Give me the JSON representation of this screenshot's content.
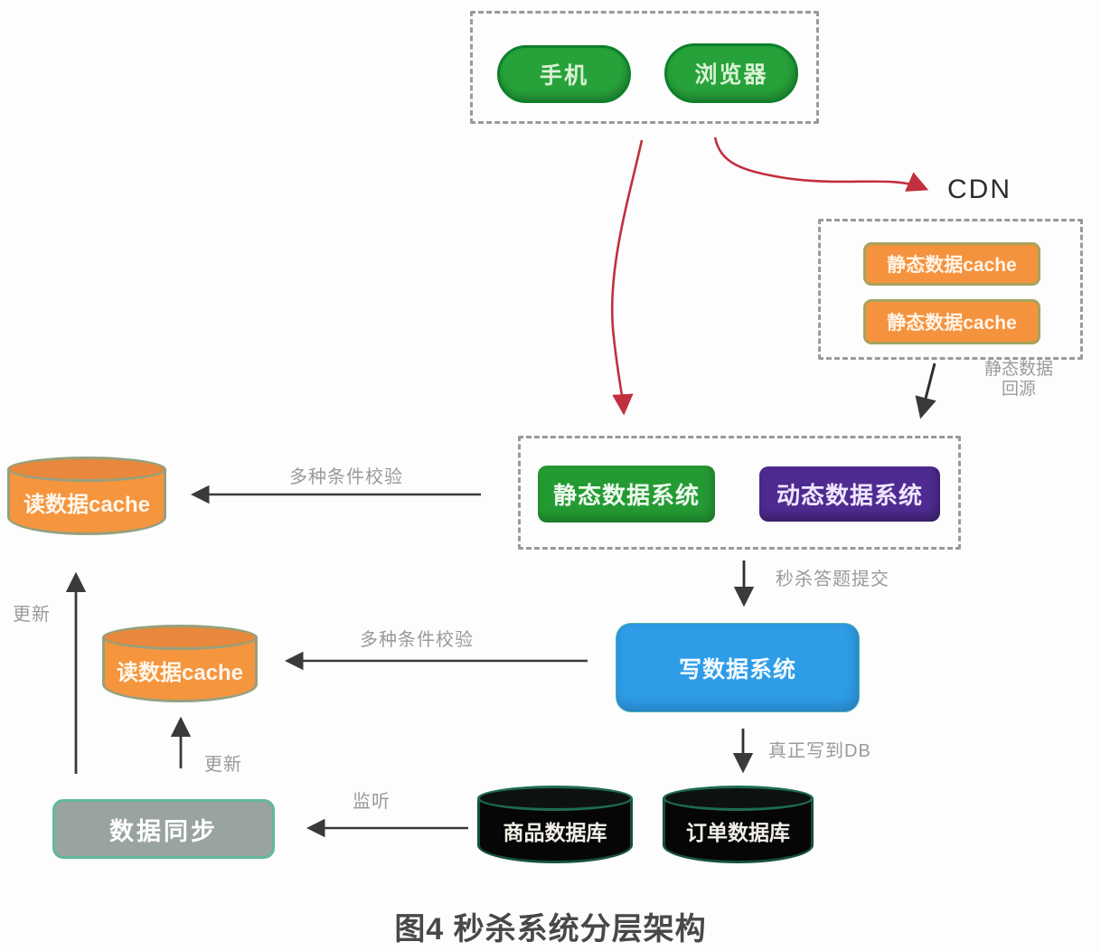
{
  "page": {
    "caption": "图4 秒杀系统分层架构"
  },
  "client_layer": {
    "items": [
      {
        "label": "手机"
      },
      {
        "label": "浏览器"
      }
    ]
  },
  "cdn": {
    "title": "CDN",
    "caches": [
      {
        "label": "静态数据cache"
      },
      {
        "label": "静态数据cache"
      }
    ],
    "back_source": {
      "line1": "静态数据",
      "line2": "回源"
    }
  },
  "data_systems": {
    "static": {
      "label": "静态数据系统"
    },
    "dynamic": {
      "label": "动态数据系统"
    }
  },
  "read_caches": {
    "top": {
      "label": "读数据cache"
    },
    "mid": {
      "label": "读数据cache"
    }
  },
  "write_system": {
    "label": "写数据系统"
  },
  "databases": {
    "product": {
      "label": "商品数据库"
    },
    "order": {
      "label": "订单数据库"
    }
  },
  "data_sync": {
    "label": "数据同步"
  },
  "edge_labels": {
    "validate_top": "多种条件校验",
    "validate_mid": "多种条件校验",
    "seckill_submit": "秒杀答题提交",
    "write_to_db": "真正写到DB",
    "update_left": "更新",
    "update_mid": "更新",
    "listen": "监听"
  },
  "colors": {
    "client_green": "#27a23a",
    "cache_orange": "#f5923e",
    "system_green": "#249a33",
    "system_purple": "#4e2b90",
    "write_blue": "#2e9ce7",
    "sync_gray": "#99a3a2",
    "db_black": "#0a0a0a",
    "arrow_red": "#c22f3e",
    "arrow_gray": "#3a3a3a",
    "dash_border": "#9a9a9a",
    "label_gray": "#9a9a9a"
  }
}
